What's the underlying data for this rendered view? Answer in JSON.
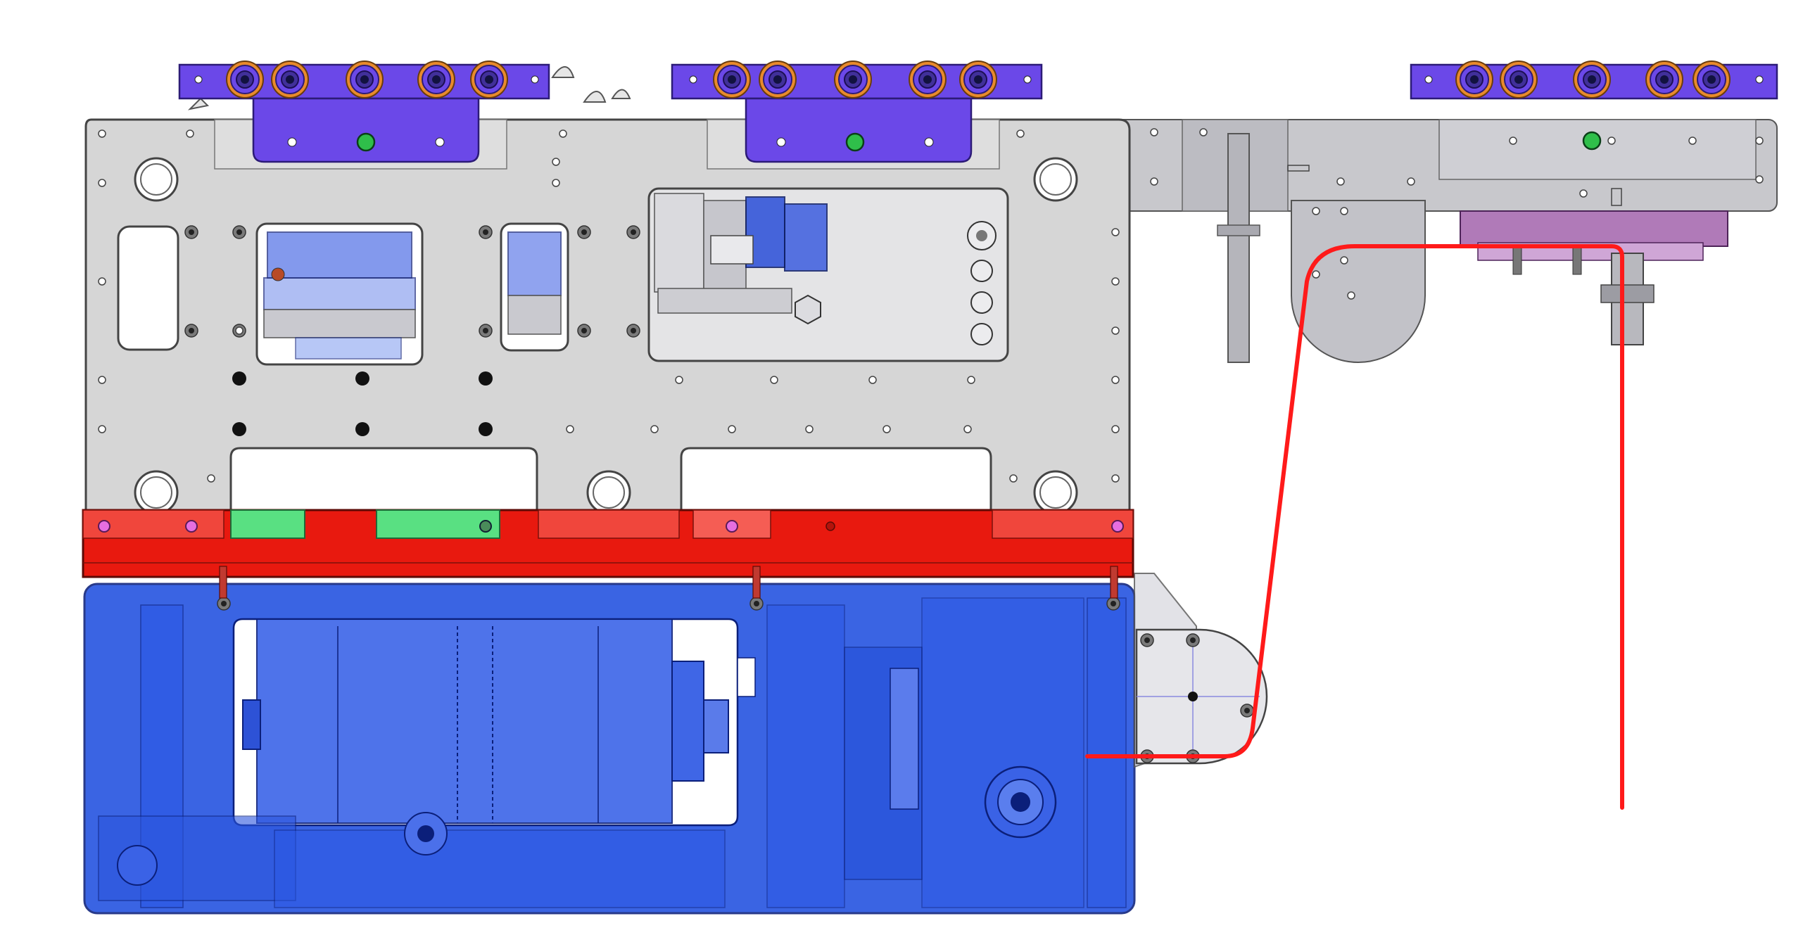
{
  "diagram": {
    "kind": "mechanical-cad-assembly",
    "components": [
      {
        "id": "main-plate",
        "label": "",
        "color": "#d6d6d6"
      },
      {
        "id": "right-bracket-plate",
        "label": "",
        "color": "#c8c8cc"
      },
      {
        "id": "roller-carriage-left",
        "label": "",
        "color": "#6b48e8"
      },
      {
        "id": "roller-carriage-middle",
        "label": "",
        "color": "#6b48e8"
      },
      {
        "id": "roller-carriage-right",
        "label": "",
        "color": "#6b48e8"
      },
      {
        "id": "clamp-bar",
        "label": "",
        "color": "#e8190f"
      },
      {
        "id": "motor-housing",
        "label": "",
        "color": "#1f4fe0"
      },
      {
        "id": "cable-guide",
        "label": "",
        "color": "#e6e6ea"
      },
      {
        "id": "drive-cable",
        "label": "",
        "color": "#ff1a1a"
      },
      {
        "id": "green-pads",
        "label": "",
        "color": "#59e082"
      },
      {
        "id": "roller-bearings",
        "label": "",
        "color": "#e88a2c"
      }
    ]
  }
}
